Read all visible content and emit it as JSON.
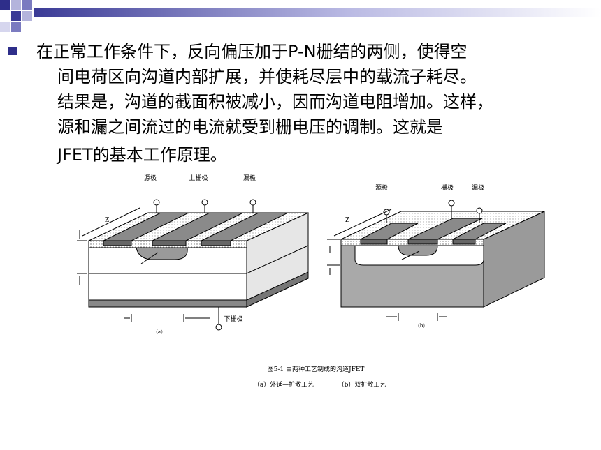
{
  "slide": {
    "paragraph_lines": [
      "在正常工作条件下，反向偏压加于P-N栅结的两侧，使得空",
      "间电荷区向沟道内部扩展，并使耗尽层中的载流子耗尽。",
      "结果是，沟道的截面积被减小，因而沟道电阻增加。这样，",
      "源和漏之间流过的电流就受到栅电压的调制。这就是",
      "JFET的基本工作原理。"
    ],
    "accent_color": "#2e2e8a"
  },
  "figure": {
    "left": {
      "source_label": "源极",
      "top_gate_label": "上栅极",
      "drain_label": "漏极",
      "bottom_gate_label": "下栅极",
      "z_label": "Z",
      "sub_label": "（a）"
    },
    "right": {
      "source_label": "源极",
      "gate_label": "栅极",
      "drain_label": "漏极",
      "z_label": "Z",
      "sub_label": "（b）"
    },
    "caption": "图5-1 由两种工艺制成的沟道JFET",
    "subcaption_a": "（a）外延—扩散工艺",
    "subcaption_b": "（b）双扩散工艺"
  }
}
